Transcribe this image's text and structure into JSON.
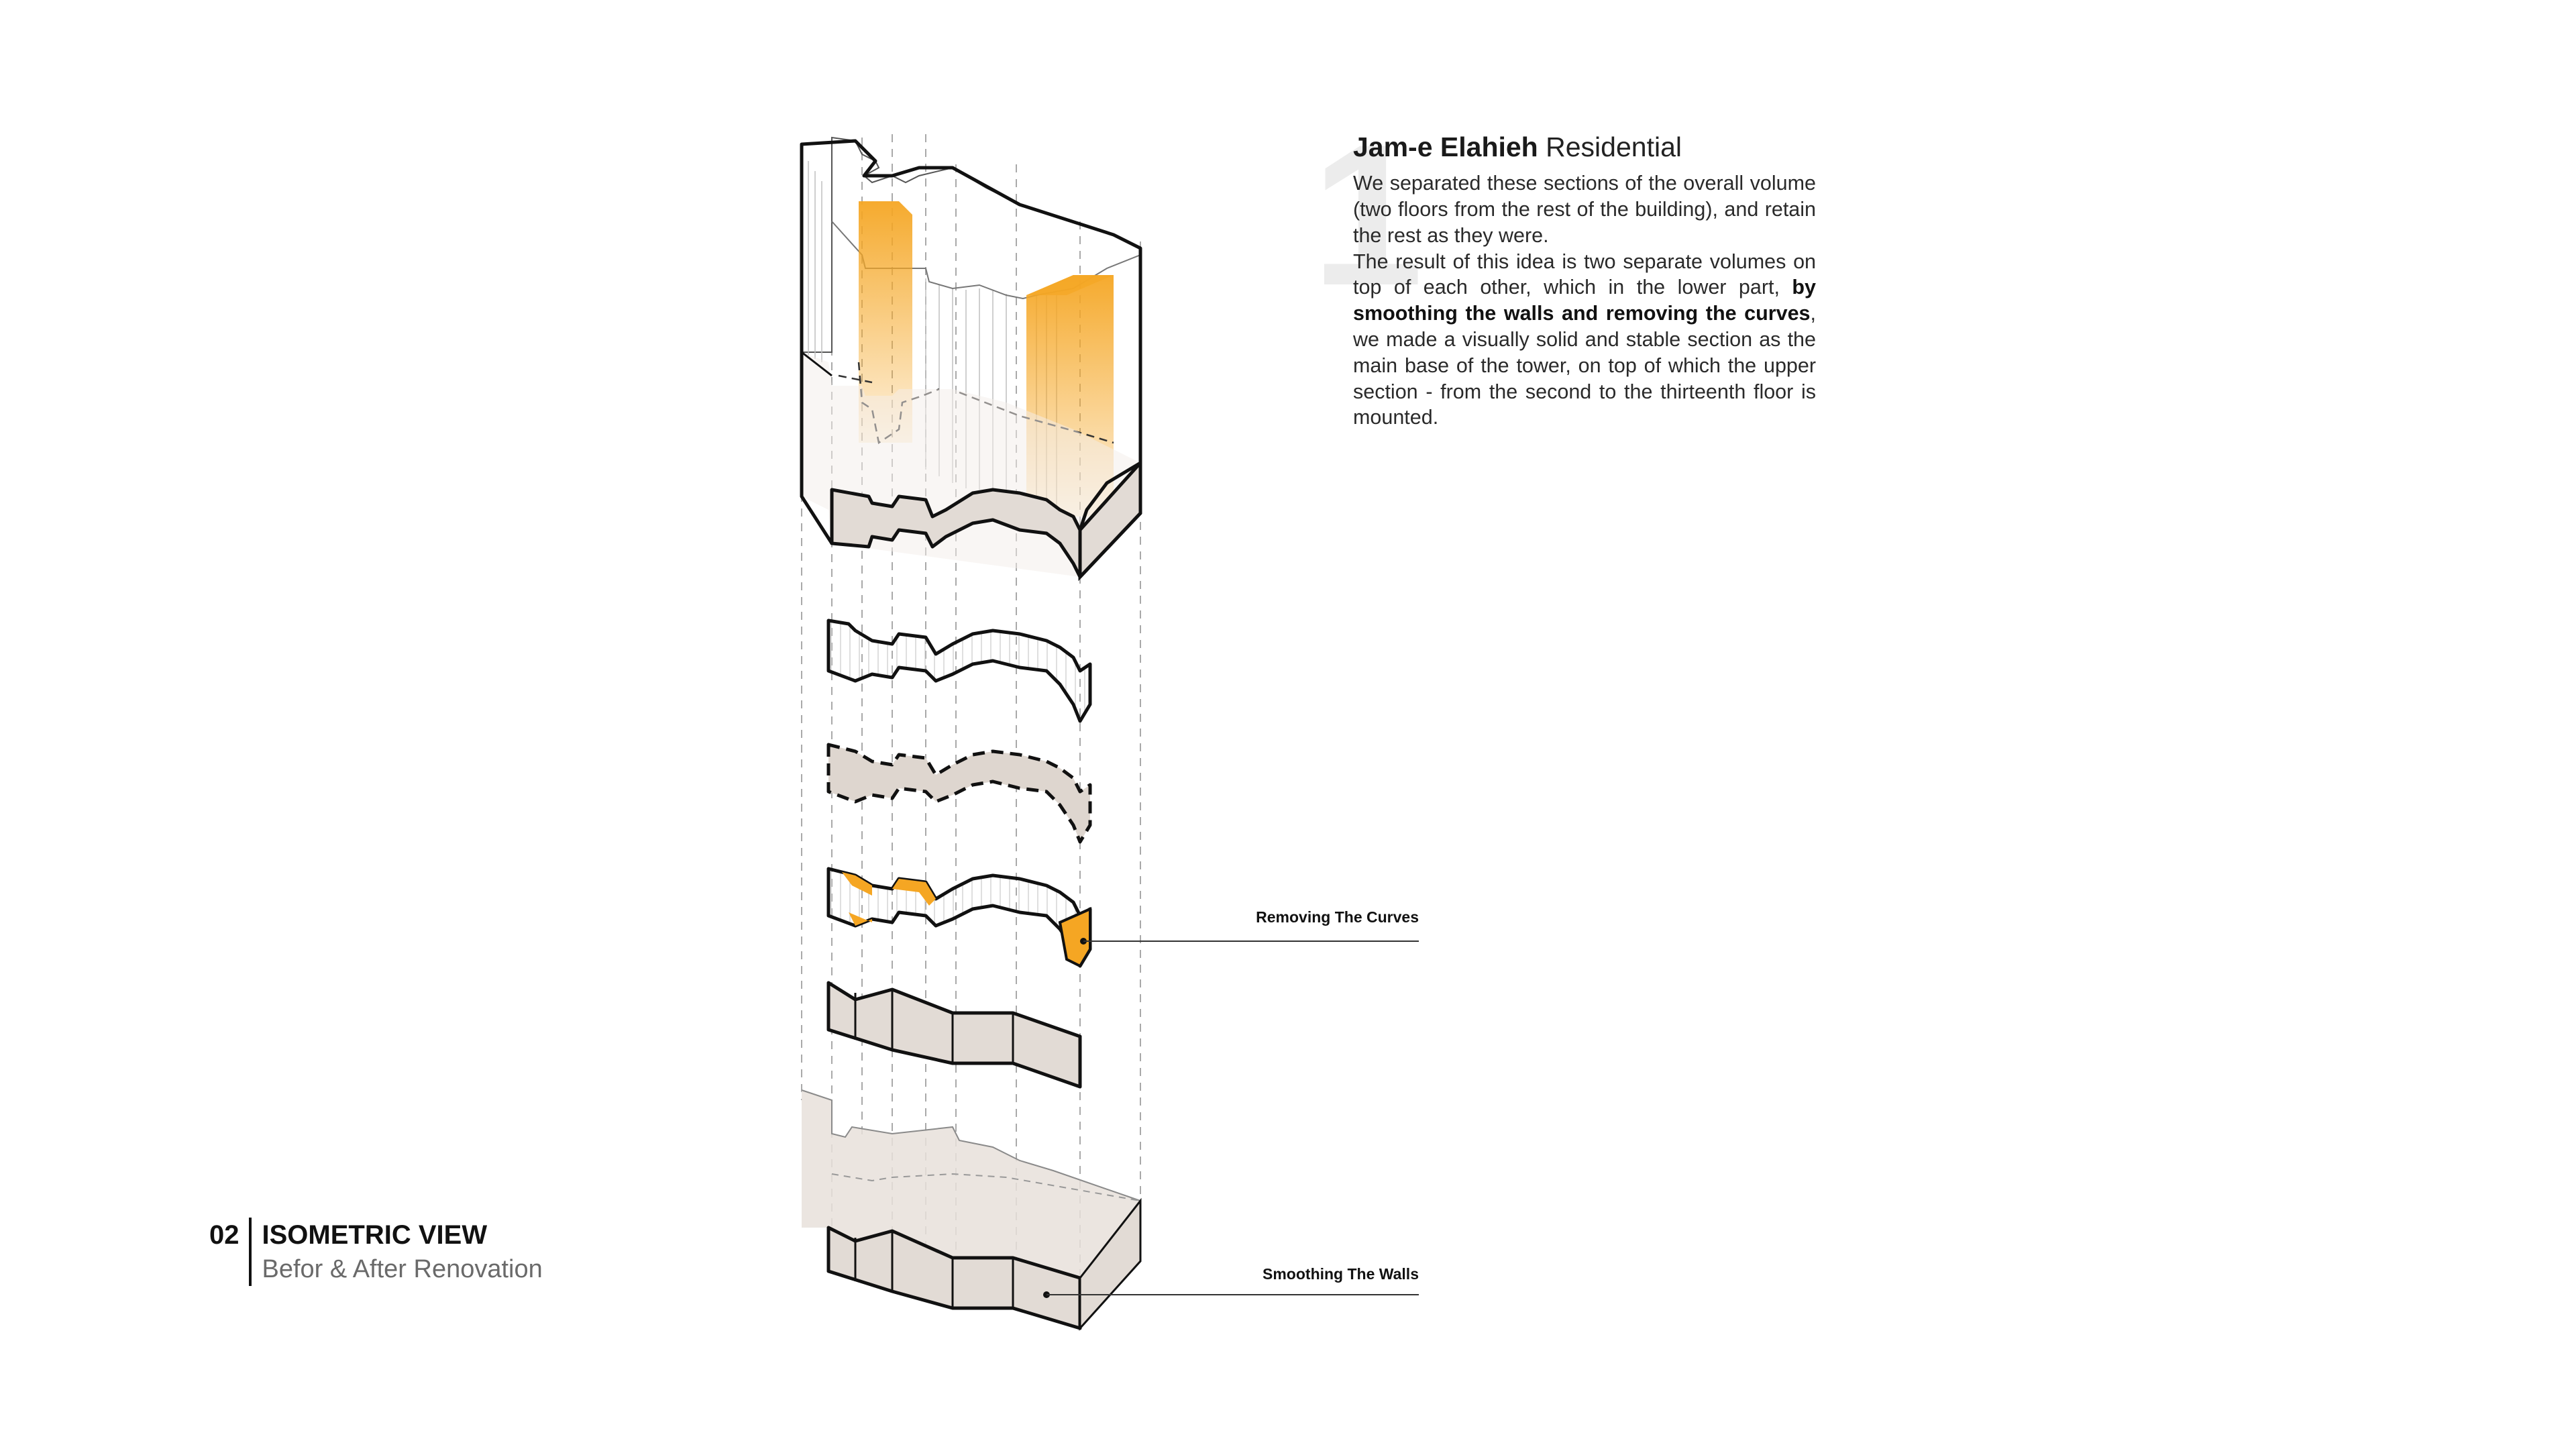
{
  "project": {
    "number_mark": "1",
    "title_bold": "Jam-e Elahieh",
    "title_light": "Residential",
    "paragraph1": "We separated these sections of the overall volume (two floors  from the rest of the building), and retain the rest as they were.",
    "paragraph2_start": "The result of this idea is two separate volumes on top of each other, which in the lower part, ",
    "paragraph2_bold": "by smoothing the walls and removing the curves",
    "paragraph2_end": ", we made a visually solid and stable section as the main base of the tower, on top of which the upper section - from the second to the thirteenth floor is mounted."
  },
  "section": {
    "number": "02",
    "title": "ISOMETRIC VIEW",
    "subtitle": "Befor & After Renovation"
  },
  "callouts": {
    "removing_curves": "Removing The Curves",
    "smoothing_walls": "Smoothing The Walls"
  },
  "colors": {
    "accent_orange": "#f5a623",
    "wall_fill": "#e2dbd5",
    "outline": "#111111",
    "guide_dash": "#9a9a9a"
  }
}
